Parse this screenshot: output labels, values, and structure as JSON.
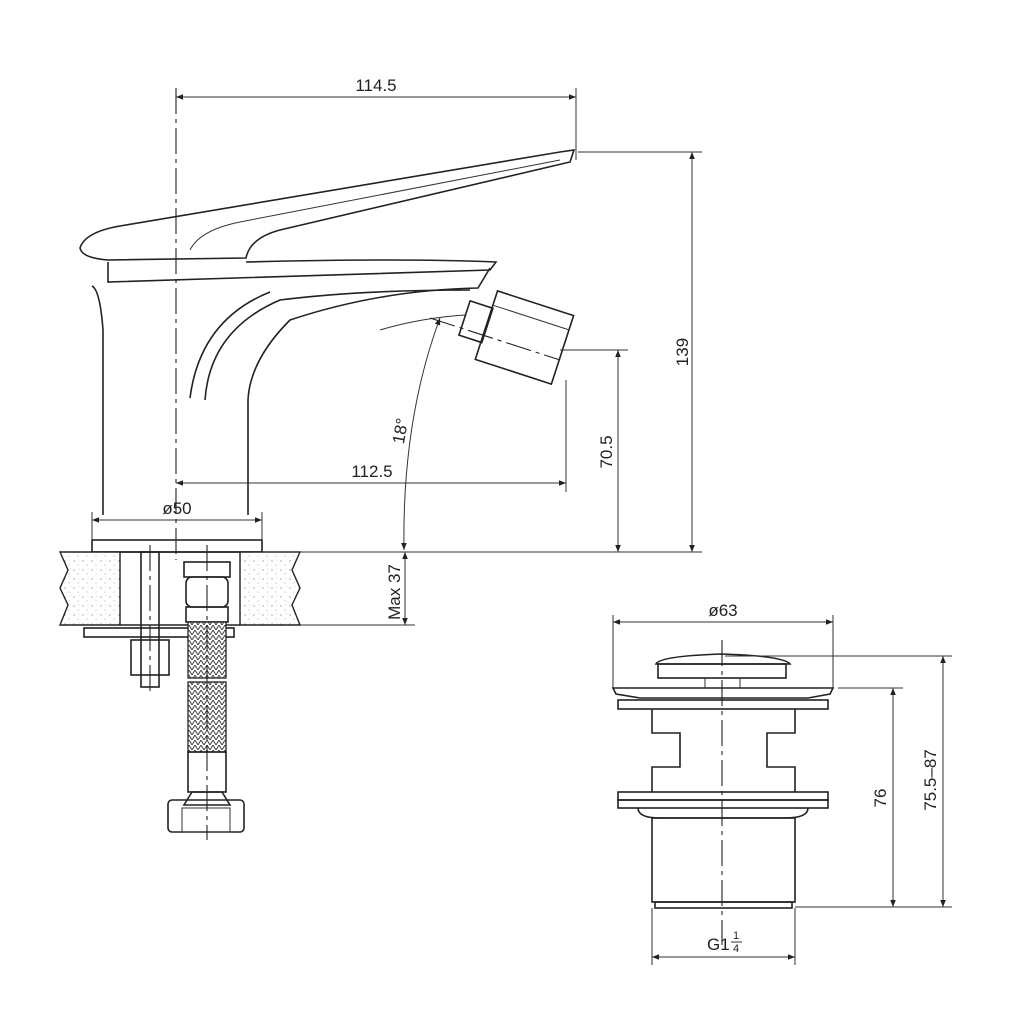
{
  "faucet": {
    "dims": {
      "overall_length": "114.5",
      "height": "139",
      "spout_reach": "112.5",
      "spout_height": "70.5",
      "spout_angle": "18°",
      "base_diameter": "ø50",
      "max_counter_thickness": "Max 37"
    }
  },
  "drain": {
    "dims": {
      "flange_diameter": "ø63",
      "body_height": "76",
      "adjustable_height": "75.5–87",
      "thread_whole": "G1",
      "thread_num": "1",
      "thread_den": "4"
    }
  }
}
